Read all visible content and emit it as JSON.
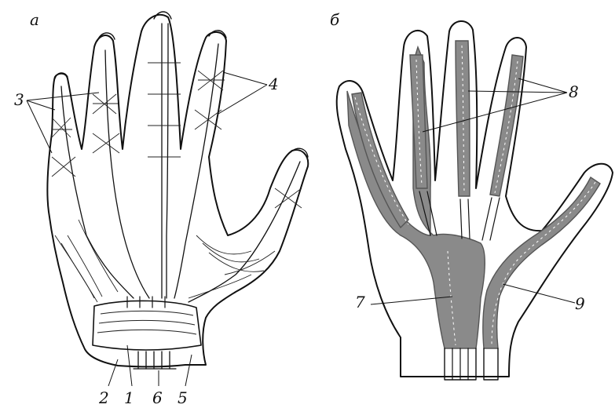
{
  "panels": {
    "left": {
      "letter": "а"
    },
    "right": {
      "letter": "б"
    }
  },
  "labels": {
    "n1": "1",
    "n2": "2",
    "n3": "3",
    "n4": "4",
    "n5": "5",
    "n6": "6",
    "n7": "7",
    "n8": "8",
    "n9": "9"
  },
  "colors": {
    "ink": "#111111",
    "sheath_fill": "#8a8a8a",
    "background": "#ffffff"
  }
}
